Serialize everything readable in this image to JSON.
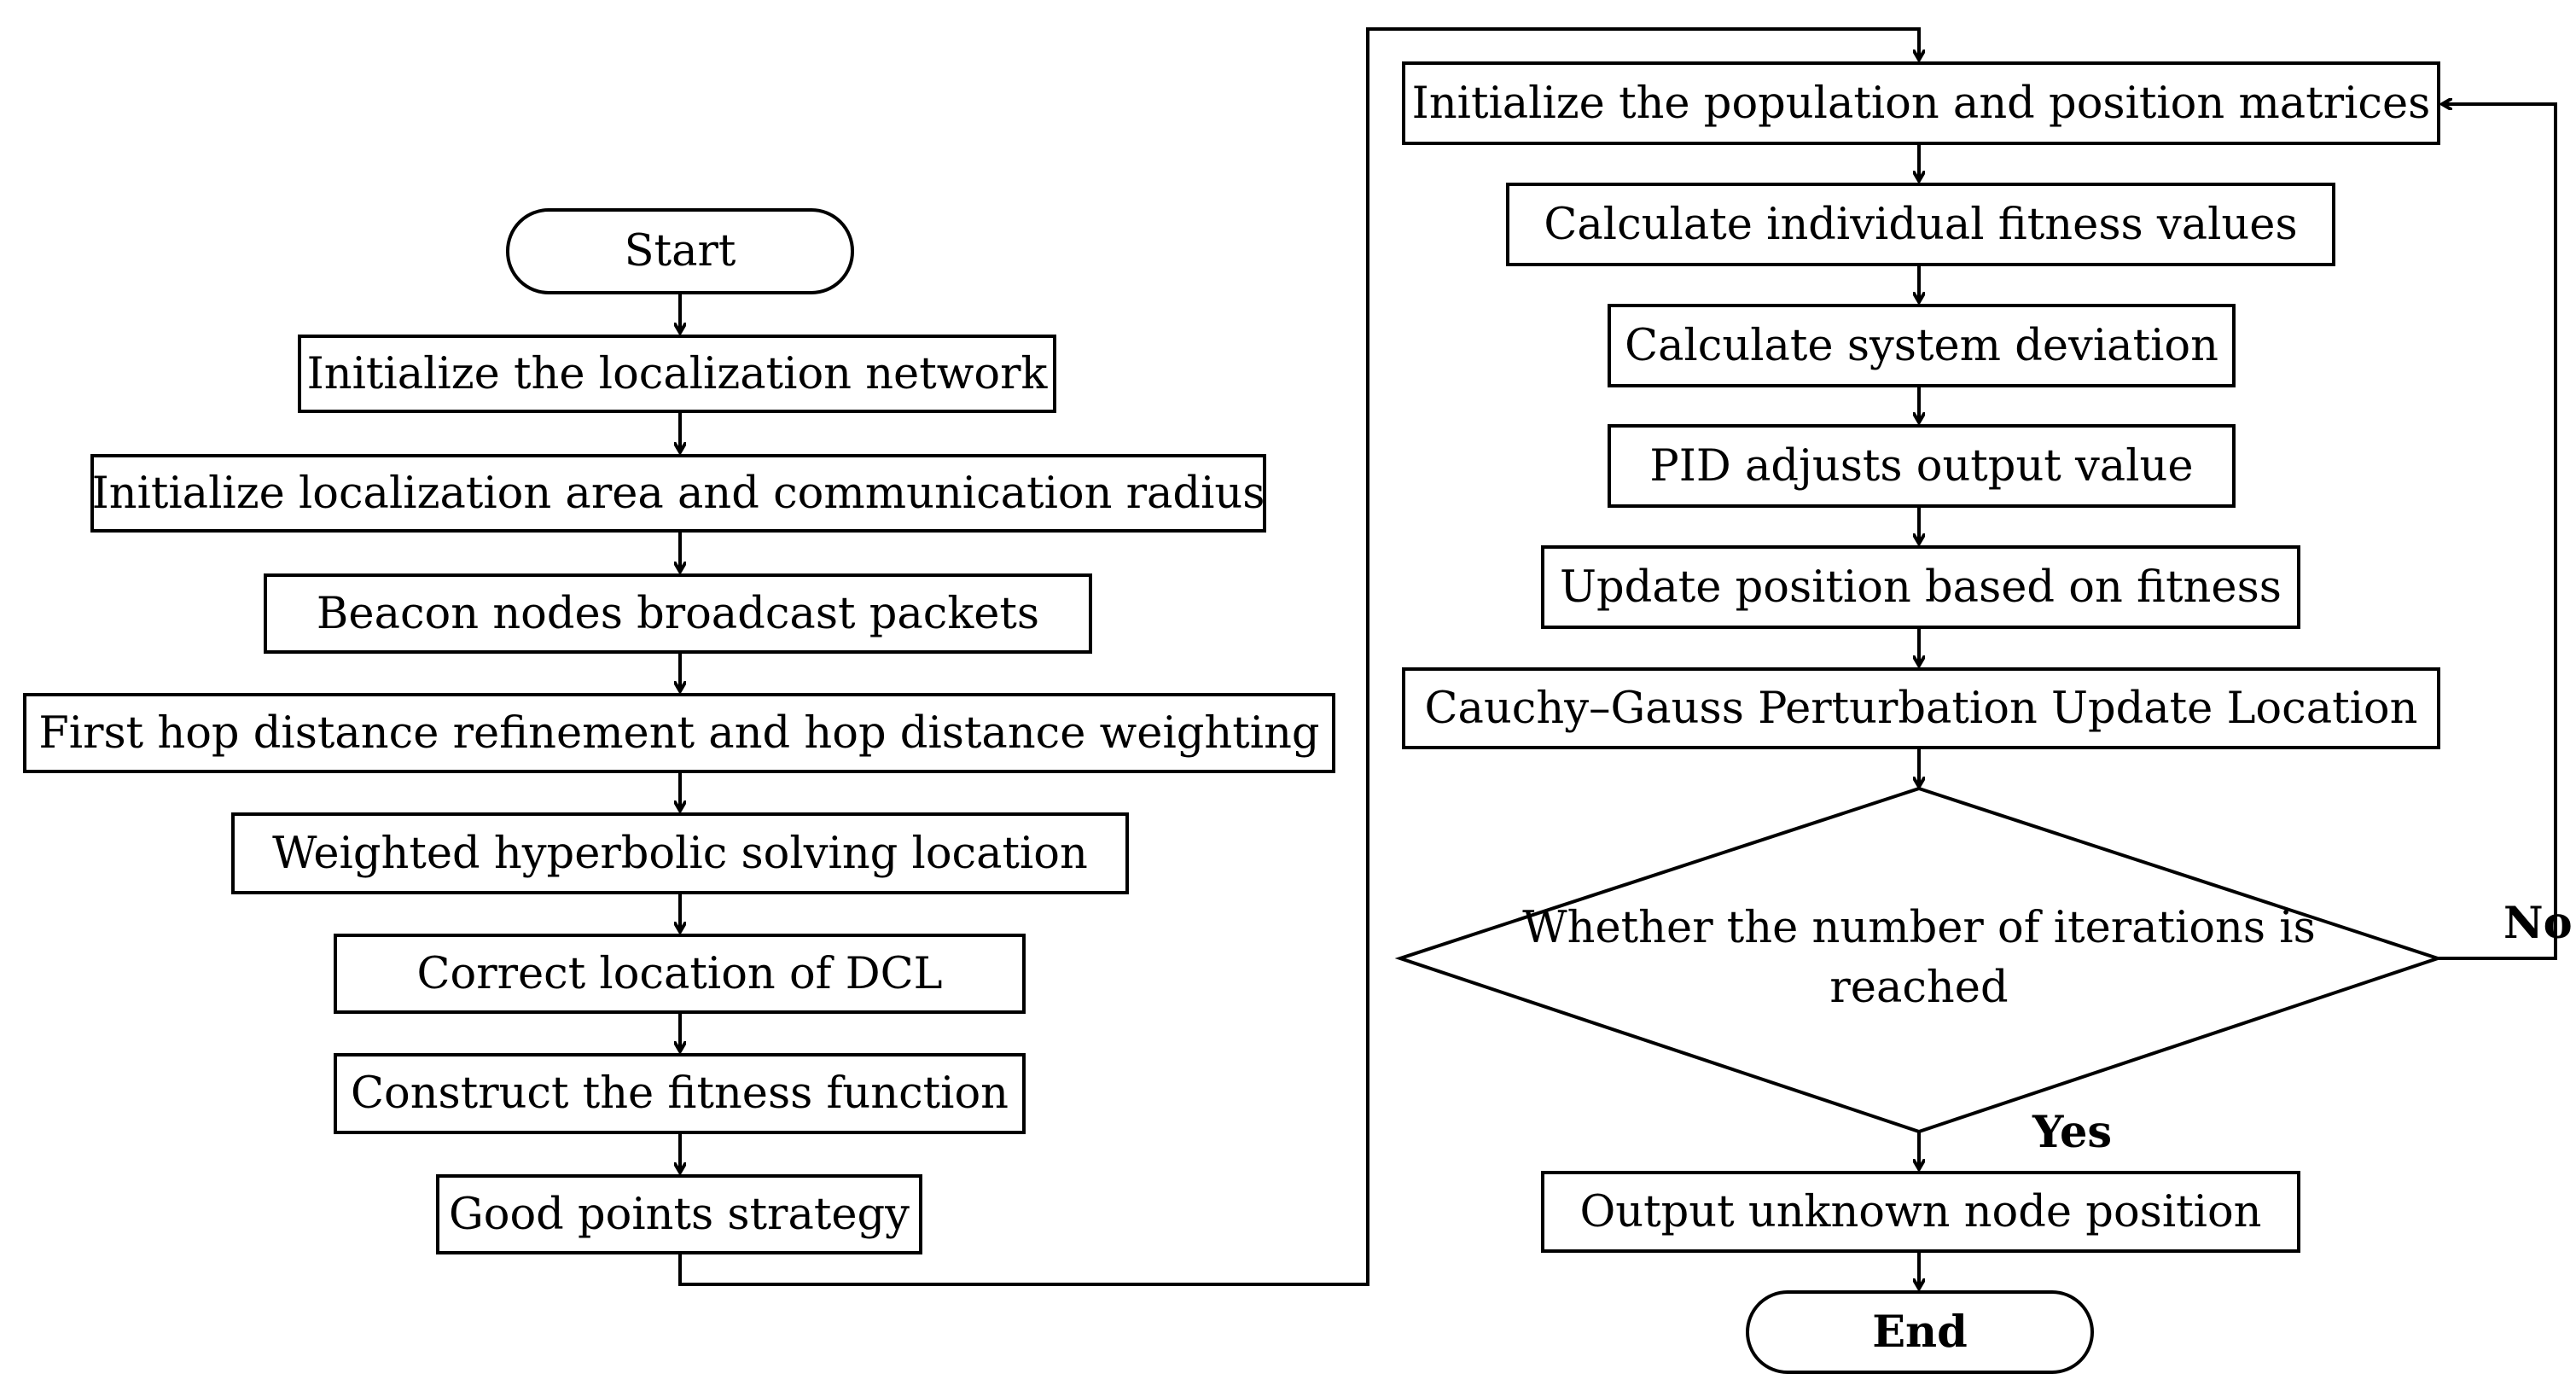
{
  "left_column": {
    "start": "Start",
    "steps": [
      "Initialize the localization network",
      "Initialize localization area and communication radius",
      "Beacon nodes broadcast packets",
      "First hop distance refinement and hop distance weighting",
      "Weighted hyperbolic solving location",
      "Correct location of DCL",
      "Construct the fitness function",
      "Good points strategy"
    ]
  },
  "right_column": {
    "steps": [
      "Initialize the population and position matrices",
      "Calculate individual fitness values",
      "Calculate system deviation",
      "PID adjusts output value",
      "Update position based on fitness",
      "Cauchy–Gauss Perturbation Update Location"
    ],
    "decision": {
      "line1": "Whether the number of iterations is",
      "line2": "reached"
    },
    "yes_label": "Yes",
    "no_label": "No",
    "output": "Output unknown node position",
    "end": "End"
  }
}
